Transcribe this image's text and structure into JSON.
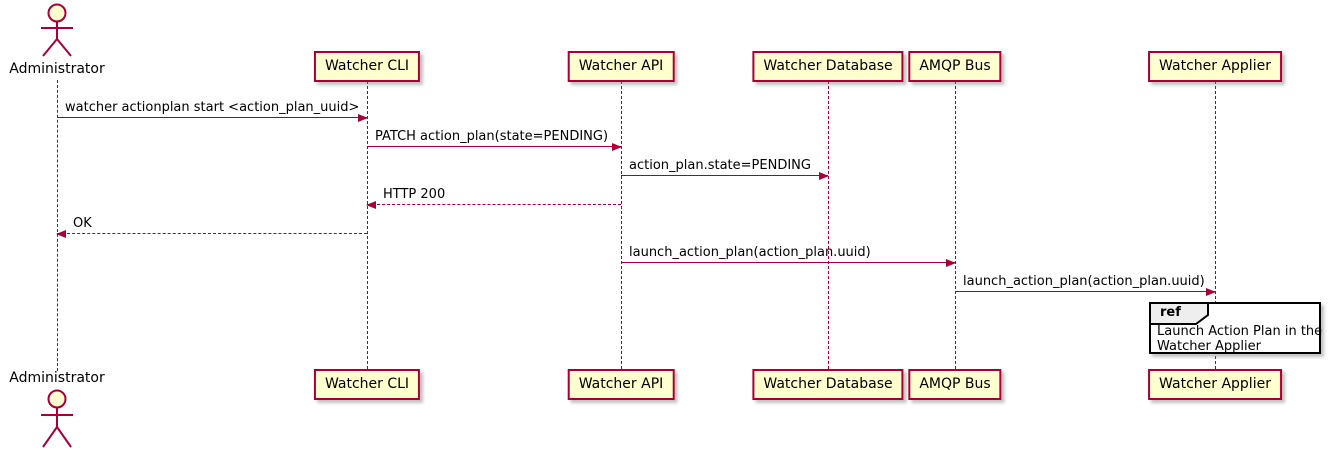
{
  "diagram": {
    "type": "sequence",
    "colors": {
      "background": "#FFFFFF",
      "participant_fill": "#FEFECE",
      "participant_border": "#A80036",
      "line_color": "#A80036",
      "text_color": "#000000",
      "ref_border": "#000000",
      "ref_tab_fill": "#EEEEEE"
    },
    "actor": {
      "label": "Administrator"
    },
    "participants": [
      {
        "label": "Watcher CLI"
      },
      {
        "label": "Watcher API"
      },
      {
        "label": "Watcher Database"
      },
      {
        "label": "AMQP Bus"
      },
      {
        "label": "Watcher Applier"
      }
    ],
    "messages": [
      {
        "from": "Administrator",
        "to": "Watcher CLI",
        "label": "watcher actionplan start <action_plan_uuid>",
        "style": "solid"
      },
      {
        "from": "Watcher CLI",
        "to": "Watcher API",
        "label": "PATCH action_plan(state=PENDING)",
        "style": "solid"
      },
      {
        "from": "Watcher API",
        "to": "Watcher Database",
        "label": "action_plan.state=PENDING",
        "style": "solid"
      },
      {
        "from": "Watcher API",
        "to": "Watcher CLI",
        "label": "HTTP 200",
        "style": "dashed"
      },
      {
        "from": "Watcher CLI",
        "to": "Administrator",
        "label": "OK",
        "style": "dashed"
      },
      {
        "from": "Watcher API",
        "to": "AMQP Bus",
        "label": "launch_action_plan(action_plan.uuid)",
        "style": "solid"
      },
      {
        "from": "AMQP Bus",
        "to": "Watcher Applier",
        "label": "launch_action_plan(action_plan.uuid)",
        "style": "solid"
      }
    ],
    "ref": {
      "keyword": "ref",
      "lines": [
        "Launch Action Plan in the",
        "Watcher Applier"
      ]
    }
  }
}
